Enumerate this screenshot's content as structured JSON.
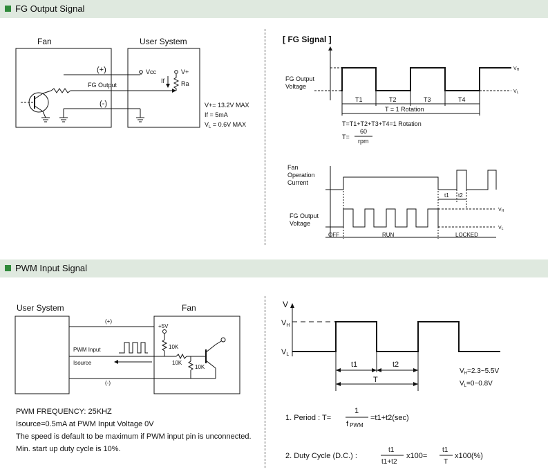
{
  "sections": {
    "fg_title": "FG Output Signal",
    "pwm_title": "PWM Input Signal"
  },
  "fg_circuit": {
    "fan_label": "Fan",
    "user_label": "User System",
    "plus": "(+)",
    "minus": "(-)",
    "fg_output": "FG Output",
    "vcc": "Vcc",
    "vplus": "V+",
    "if_label": "If",
    "ra": "Ra",
    "spec_v": "V+= 13.2V MAX",
    "spec_if": "If  = 5mA",
    "spec_vl": "V",
    "spec_vl_sub": "L",
    "spec_vl_rest": " = 0.6V MAX"
  },
  "fg_signal": {
    "title": "[ FG Signal ]",
    "fg_output_1": "FG Output",
    "fg_output_2": "Voltage",
    "vh": "V",
    "vh_sub": "H",
    "vl": "V",
    "vl_sub": "L",
    "t1": "T1",
    "t2": "T2",
    "t3": "T3",
    "t4": "T4",
    "rotation": "T = 1 Rotation",
    "formula1": "T=T1+T2+T3+T4=1 Rotation",
    "formula2_lhs": "T=",
    "formula2_num": "60",
    "formula2_den": "rpm"
  },
  "fg_locked": {
    "fan_1": "Fan",
    "fan_2": "Operation",
    "fan_3": "Current",
    "fg_1": "FG Output",
    "fg_2": "Voltage",
    "t1": "t1",
    "t2": "t2",
    "vh": "V",
    "vh_sub": "H",
    "vl": "V",
    "vl_sub": "L",
    "off": "OFF",
    "run": "RUN",
    "locked": "LOCKED"
  },
  "pwm_circuit": {
    "user_label": "User System",
    "fan_label": "Fan",
    "plus": "(+)",
    "minus": "(-)",
    "v5": "+5V",
    "pwm_input": "PWM Input",
    "isource": "Isource",
    "r1": "10K",
    "r2": "10K",
    "r3": "10K"
  },
  "pwm_notes": [
    "PWM FREQUENCY: 25KHZ",
    "Isource=0.5mA at PWM Input Voltage 0V",
    "The speed is default to be maximum if PWM input pin is unconnected.",
    "Min. start up duty cycle is 10%."
  ],
  "pwm_wave": {
    "v": "V",
    "vh": "V",
    "vh_sub": "H",
    "vl": "V",
    "vl_sub": "L",
    "t1": "t1",
    "t2": "t2",
    "T": "T",
    "spec_vh": "V",
    "spec_vh_sub": "H",
    "spec_vh_rest": "=2.3~5.5V",
    "spec_vl": "V",
    "spec_vl_sub": "L",
    "spec_vl_rest": "=0~0.8V"
  },
  "pwm_formulas": {
    "period_label": "1. Period : T=",
    "period_num": "1",
    "period_den": "f",
    "period_den_sub": "PWM",
    "period_rest": "=t1+t2(sec)",
    "duty_label": "2. Duty Cycle (D.C.) :",
    "duty_num1": "t1",
    "duty_den1": "t1+t2",
    "duty_mid": "x100=",
    "duty_num2": "t1",
    "duty_den2": "T",
    "duty_rest": "x100(%)"
  },
  "colors": {
    "band": "#dfe9df",
    "band_square": "#2f8a3a"
  }
}
